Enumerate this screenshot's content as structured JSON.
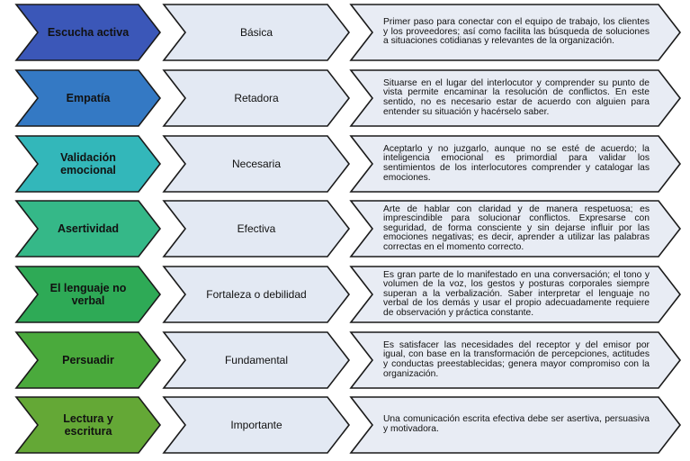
{
  "rows": [
    {
      "label": "Escucha activa",
      "quality": "Básica",
      "description": "Primer paso para conectar con el equipo de trabajo, los clientes y los proveedores; así como facilita las búsqueda de soluciones a situaciones cotidianas y relevantes de la organización.",
      "color": "#3B57B8"
    },
    {
      "label": "Empatía",
      "quality": "Retadora",
      "description": "Situarse en el lugar del interlocutor y comprender su punto de vista permite encaminar la resolución de conflictos. En este sentido, no es necesario estar de acuerdo con alguien para entender su situación y hacérselo saber.",
      "color": "#3479C4"
    },
    {
      "label": "Validación emocional",
      "quality": "Necesaria",
      "description": "Aceptarlo y no juzgarlo, aunque no se esté de acuerdo; la inteligencia emocional es primordial para validar los sentimientos de los interlocutores comprender y catalogar las emociones.",
      "color": "#33B7BA"
    },
    {
      "label": "Asertividad",
      "quality": "Efectiva",
      "description": "Arte de hablar con claridad y de manera respetuosa; es imprescindible para solucionar conflictos. Expresarse con seguridad, de forma consciente y sin dejarse influir por las emociones negativas; es decir, aprender a utilizar las palabras correctas en el momento correcto.",
      "color": "#35B888"
    },
    {
      "label": "El lenguaje no verbal",
      "quality": "Fortaleza o debilidad",
      "description": "Es gran parte de lo manifestado en una conversación; el tono y volumen de la voz, los gestos y posturas corporales siempre superan a la verbalización. Saber interpretar el lenguaje no verbal de los demás y usar el propio adecuadamente requiere de observación y práctica constante.",
      "color": "#2EAA56"
    },
    {
      "label": "Persuadir",
      "quality": "Fundamental",
      "description": "Es satisfacer las necesidades del receptor y del emisor por igual, con base en la transformación de percepciones, actitudes y conductas preestablecidas; genera mayor compromiso con la organización.",
      "color": "#4AAA3C"
    },
    {
      "label": "Lectura y escritura",
      "quality": "Importante",
      "description": "Una comunicación escrita efectiva debe ser asertiva, persuasiva y motivadora.",
      "color": "#64A836"
    }
  ],
  "colors": {
    "quality_fill": "#E3E9F3",
    "description_fill": "#E8ECF4",
    "outline": "#1A1A1A"
  }
}
